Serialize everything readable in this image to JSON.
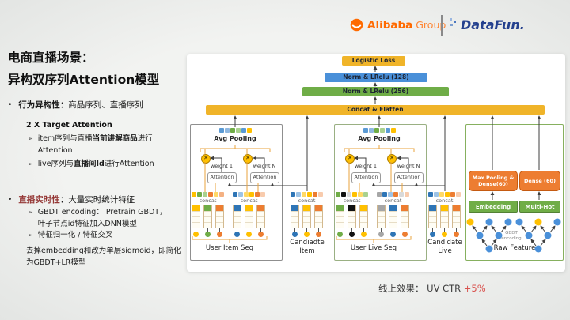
{
  "header": {
    "alibaba": "Alibaba",
    "group": "Group",
    "datafun": "DataFun."
  },
  "left": {
    "title_line1": "电商直播场景：",
    "title_line2": "异构双序列Attention模型",
    "bullet1_head": "行为异构性",
    "bullet1_rest": "：商品序列、直播序列",
    "sub_title": "2 X Target Attention",
    "item1_pre": "item序列与直播",
    "item1_bold": "当前讲解商品",
    "item1_post": "进行 Attention",
    "item2_pre": "live序列与",
    "item2_bold": "直播间Id",
    "item2_post": "进行Attention",
    "bullet2_head": "直播实时性",
    "bullet2_rest": "：大量实时统计特征",
    "item3": "GBDT encoding： Pretrain GBDT，叶子节点id特征加入DNN模型",
    "item4": "特征归一化 / 特征交叉",
    "note": "去掉embedding和改为单层sigmoid，即简化为GBDT+LR模型"
  },
  "glyphs": {
    "dot": "•",
    "arrow": "➢",
    "multiply": "✕"
  },
  "diagram": {
    "top": {
      "logistic": "Logistic Loss",
      "norm128": "Norm & LRelu (128)",
      "norm256": "Norm & LRelu (256)",
      "concat_flatten": "Concat & Flatten"
    },
    "labels": {
      "avg_pooling": "Avg Pooling",
      "weight_1": "weight 1",
      "weight_n": "weight N",
      "attention": "Attention",
      "concat": "concat"
    },
    "groups": {
      "user_item_seq": "User Item Seq",
      "candidate_item": "Candiadte Item",
      "user_live_seq": "User Live Seq",
      "candidate_live": "Candidate Live",
      "raw_feature": "Raw Feature"
    },
    "raw": {
      "max_pool_dense": "Max Pooling & Dense(60)",
      "dense": "Dense (60)",
      "embedding": "Embedding",
      "multi_hot": "Multi-Hot",
      "gbdt": "GBDT encoding"
    },
    "result_prefix": "线上效果： UV CTR ",
    "result_value": "+5%",
    "colors": {
      "gold": "#F0B429",
      "blue": "#4A90D9",
      "green": "#6FAD47",
      "orange": "#ED7D31",
      "accent_red": "#D9534F",
      "alibaba_orange": "#FF6A00",
      "datafun_blue": "#24408E"
    },
    "squares": {
      "pooling_row": [
        "#5B9BD5",
        "#8FB8E0",
        "#70AD47",
        "#A9D18E",
        "#5B9BD5",
        "#FFC000"
      ],
      "item_a_row": [
        "#FFC000",
        "#70AD47",
        "#A9D18E",
        "#ED7D31",
        "#FFD966",
        "#F4B183"
      ],
      "item_b_row": [
        "#2E75B6",
        "#9DC3E6",
        "#FFD966",
        "#FFC000",
        "#ED7D31",
        "#F8CBAD"
      ],
      "cand_item_row": [
        "#2E75B6",
        "#9DC3E6",
        "#FFD966",
        "#FFC000",
        "#ED7D31",
        "#F8CBAD"
      ],
      "live_a_row": [
        "#70AD47",
        "#111111",
        "#D9D9D9",
        "#FFC000",
        "#FFD966",
        "#A9D18E"
      ],
      "live_b_row": [
        "#A6A6A6",
        "#2E75B6",
        "#9DC3E6",
        "#ED7D31",
        "#D9D9D9",
        "#F8CBAD"
      ],
      "cand_live_row": [
        "#2E75B6",
        "#9DC3E6",
        "#FFD966",
        "#FFC000",
        "#ED7D31",
        "#F8CBAD"
      ],
      "item_a_cols": [
        "#FFC000",
        "#70AD47",
        "#ED7D31"
      ],
      "item_b_cols": [
        "#2E75B6",
        "#FFC000",
        "#ED7D31"
      ],
      "cand_item_cols": [
        "#2E75B6",
        "#FFC000",
        "#ED7D31"
      ],
      "live_a_cols": [
        "#70AD47",
        "#111111",
        "#FFC000"
      ],
      "live_b_cols": [
        "#A6A6A6",
        "#2E75B6",
        "#ED7D31"
      ],
      "cand_live_cols": [
        "#2E75B6",
        "#FFC000",
        "#ED7D31"
      ]
    }
  }
}
